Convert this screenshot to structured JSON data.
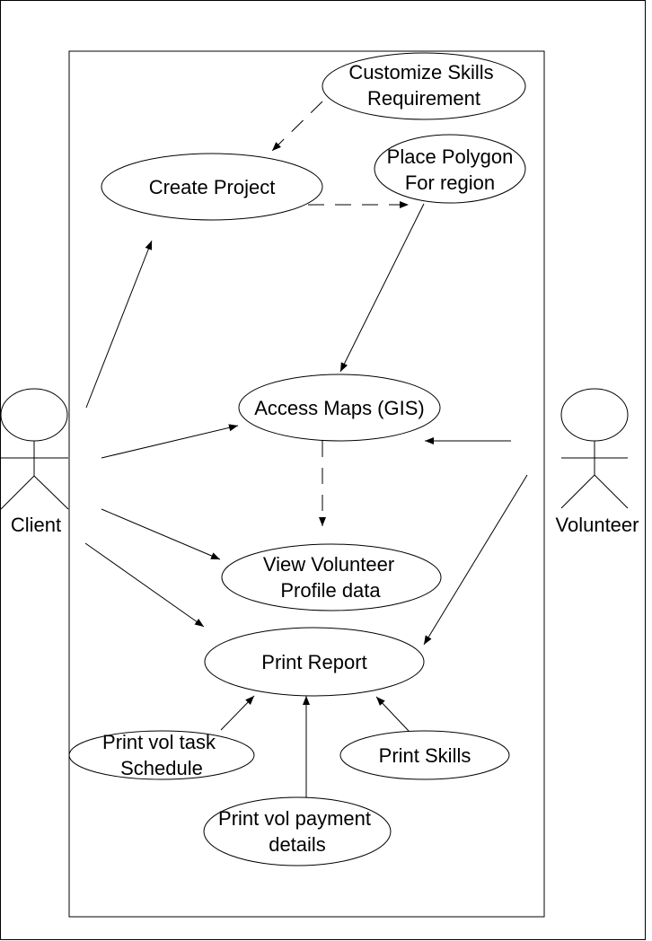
{
  "diagram": {
    "type": "UML use case diagram",
    "colors": {
      "line": "#000000",
      "background": "#ffffff"
    },
    "actors": [
      {
        "id": "client",
        "label": "Client"
      },
      {
        "id": "volunteer",
        "label": "Volunteer"
      }
    ],
    "use_cases": [
      {
        "id": "customize_skills",
        "lines": [
          "Customize Skills",
          "Requirement"
        ]
      },
      {
        "id": "create_project",
        "lines": [
          "Create Project"
        ]
      },
      {
        "id": "place_polygon",
        "lines": [
          "Place Polygon",
          "For region"
        ]
      },
      {
        "id": "access_maps",
        "lines": [
          "Access Maps (GIS)"
        ]
      },
      {
        "id": "view_volunteer_profile",
        "lines": [
          "View Volunteer",
          "Profile data"
        ]
      },
      {
        "id": "print_report",
        "lines": [
          "Print Report"
        ]
      },
      {
        "id": "print_task_schedule",
        "lines": [
          "Print vol task",
          "Schedule"
        ]
      },
      {
        "id": "print_skills",
        "lines": [
          "Print Skills"
        ]
      },
      {
        "id": "print_payment",
        "lines": [
          "Print vol payment",
          "details"
        ]
      }
    ],
    "relationships": [
      {
        "from": "client",
        "to": "create_project",
        "style": "solid"
      },
      {
        "from": "client",
        "to": "access_maps",
        "style": "solid"
      },
      {
        "from": "client",
        "to": "view_volunteer_profile",
        "style": "solid"
      },
      {
        "from": "client",
        "to": "print_report",
        "style": "solid"
      },
      {
        "from": "volunteer",
        "to": "access_maps",
        "style": "solid"
      },
      {
        "from": "volunteer",
        "to": "print_report",
        "style": "solid"
      },
      {
        "from": "customize_skills",
        "to": "create_project",
        "style": "dashed"
      },
      {
        "from": "create_project",
        "to": "place_polygon",
        "style": "dashed"
      },
      {
        "from": "place_polygon",
        "to": "access_maps",
        "style": "solid"
      },
      {
        "from": "access_maps",
        "to": "view_volunteer_profile",
        "style": "dashed"
      },
      {
        "from": "print_task_schedule",
        "to": "print_report",
        "style": "solid"
      },
      {
        "from": "print_payment",
        "to": "print_report",
        "style": "solid"
      },
      {
        "from": "print_skills",
        "to": "print_report",
        "style": "solid"
      }
    ]
  }
}
